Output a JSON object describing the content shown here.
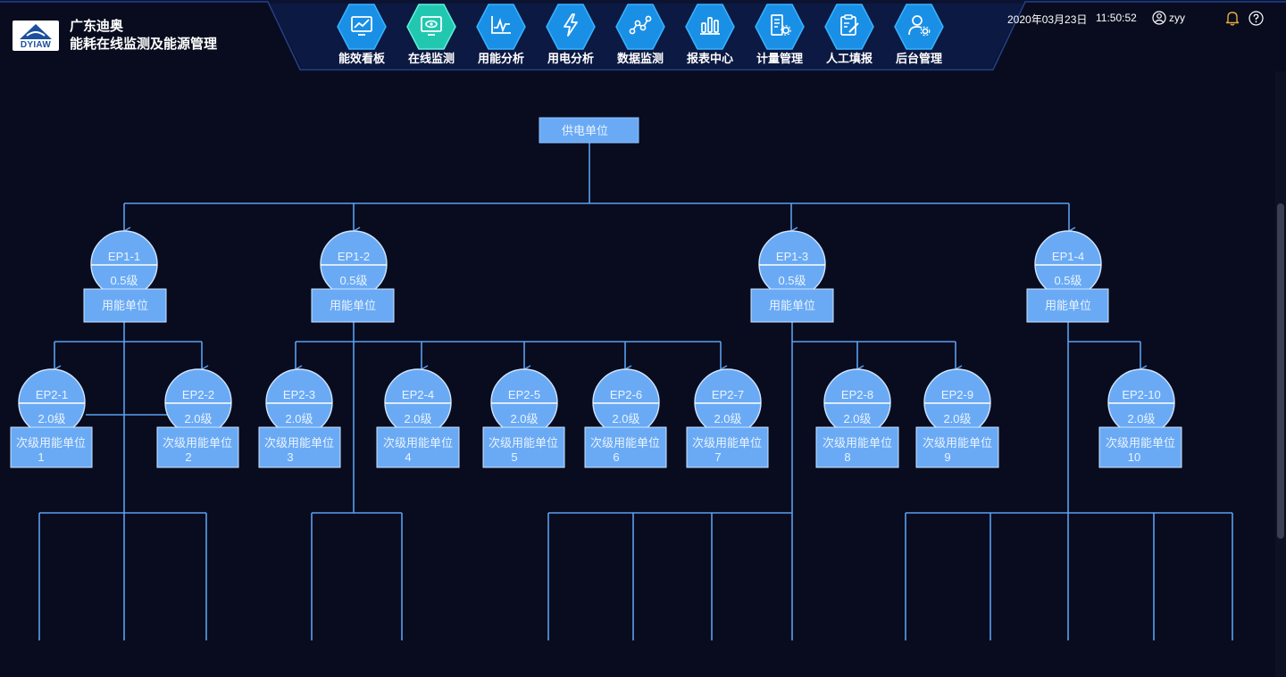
{
  "header": {
    "logo_text": "DYIAW",
    "brand_line1": "广东迪奥",
    "brand_line2": "能耗在线监测及能源管理",
    "nav": [
      {
        "label": "能效看板",
        "icon": "line-chart-icon",
        "active": false
      },
      {
        "label": "在线监测",
        "icon": "monitor-eye-icon",
        "active": true
      },
      {
        "label": "用能分析",
        "icon": "pulse-chart-icon",
        "active": false
      },
      {
        "label": "用电分析",
        "icon": "lightning-icon",
        "active": false
      },
      {
        "label": "数据监测",
        "icon": "scatter-line-icon",
        "active": false
      },
      {
        "label": "报表中心",
        "icon": "bar-chart-icon",
        "active": false
      },
      {
        "label": "计量管理",
        "icon": "meter-gear-icon",
        "active": false
      },
      {
        "label": "人工填报",
        "icon": "clipboard-edit-icon",
        "active": false
      },
      {
        "label": "后台管理",
        "icon": "user-gear-icon",
        "active": false
      }
    ],
    "date": "2020年03月23日",
    "time": "11:50:52",
    "user": "zyy"
  },
  "colors": {
    "background": "#080c1e",
    "node_fill": "#6aaaf5",
    "line": "#5b9ff0",
    "nav_active": "#22c7b0",
    "nav_normal": "#1a8fe6",
    "bell": "#e8a93a"
  },
  "diagram": {
    "root": "供电单位",
    "level1": [
      {
        "id": "EP1-1",
        "grade": "0.5级",
        "unit": "用能单位"
      },
      {
        "id": "EP1-2",
        "grade": "0.5级",
        "unit": "用能单位"
      },
      {
        "id": "EP1-3",
        "grade": "0.5级",
        "unit": "用能单位"
      },
      {
        "id": "EP1-4",
        "grade": "0.5级",
        "unit": "用能单位"
      }
    ],
    "level2": [
      {
        "id": "EP2-1",
        "grade": "2.0级",
        "unit": "次级用能单位",
        "num": "1"
      },
      {
        "id": "EP2-2",
        "grade": "2.0级",
        "unit": "次级用能单位",
        "num": "2"
      },
      {
        "id": "EP2-3",
        "grade": "2.0级",
        "unit": "次级用能单位",
        "num": "3"
      },
      {
        "id": "EP2-4",
        "grade": "2.0级",
        "unit": "次级用能单位",
        "num": "4"
      },
      {
        "id": "EP2-5",
        "grade": "2.0级",
        "unit": "次级用能单位",
        "num": "5"
      },
      {
        "id": "EP2-6",
        "grade": "2.0级",
        "unit": "次级用能单位",
        "num": "6"
      },
      {
        "id": "EP2-7",
        "grade": "2.0级",
        "unit": "次级用能单位",
        "num": "7"
      },
      {
        "id": "EP2-8",
        "grade": "2.0级",
        "unit": "次级用能单位",
        "num": "8"
      },
      {
        "id": "EP2-9",
        "grade": "2.0级",
        "unit": "次级用能单位",
        "num": "9"
      },
      {
        "id": "EP2-10",
        "grade": "2.0级",
        "unit": "次级用能单位",
        "num": "10"
      }
    ]
  }
}
